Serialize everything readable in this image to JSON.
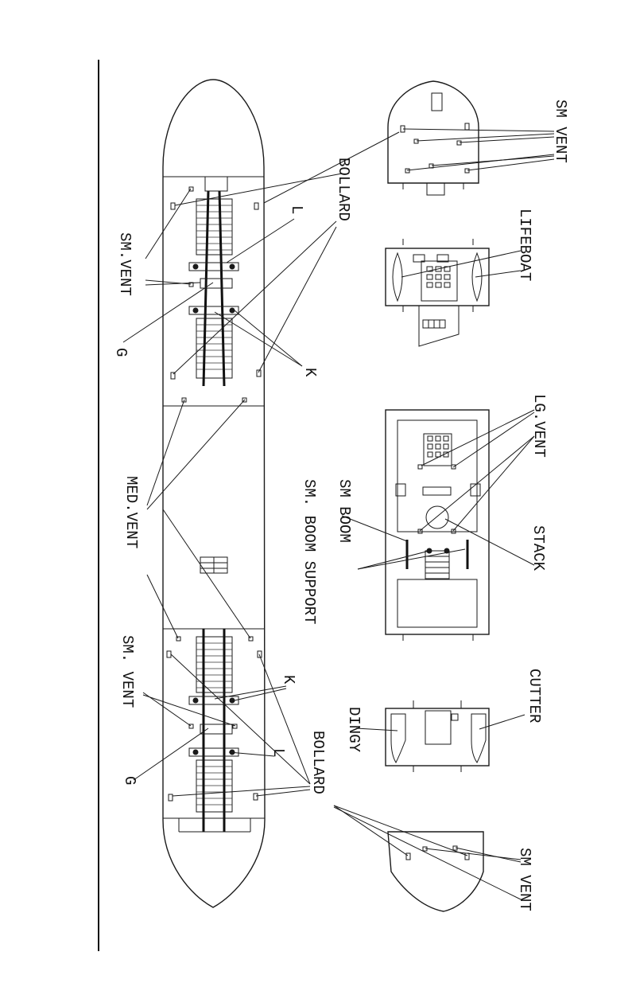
{
  "labels": {
    "sm_vent_top_right": "SM VENT",
    "bollard_top": "BOLLARD",
    "l_top": "L",
    "lifeboat": "LIFEBOAT",
    "sm_vent_left_top": "SM.VENT",
    "g_top": "G",
    "k_top": "K",
    "lg_vent": "LG.VENT",
    "sm_boom": "SM BOOM",
    "sm_boom_support": "SM. BOOM SUPPORT",
    "stack": "STACK",
    "med_vent": "MED.VENT",
    "k_bottom": "K",
    "sm_vent_left_bottom": "SM. VENT",
    "g_bottom": "G",
    "l_bottom": "L",
    "bollard_bottom": "BOLLARD",
    "dingy": "DINGY",
    "cutter": "CUTTER",
    "sm_vent_bottom_right": "SM VENT"
  }
}
